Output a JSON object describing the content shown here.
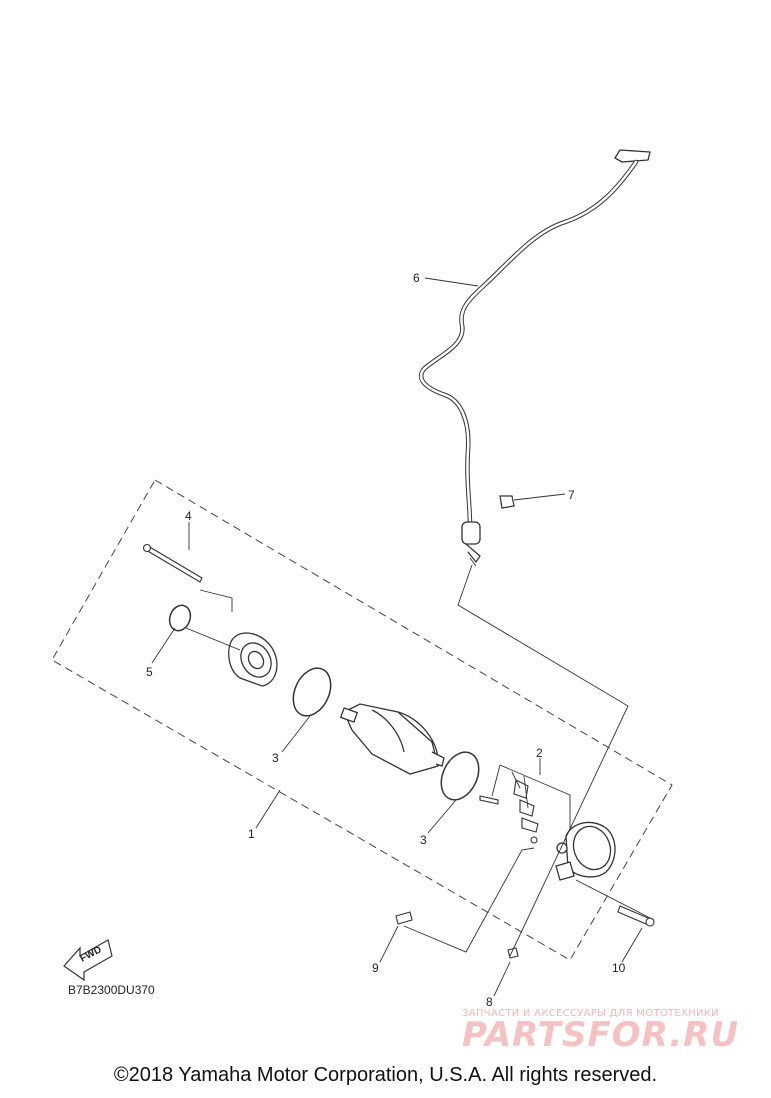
{
  "callouts": {
    "c1": "1",
    "c2": "2",
    "c3a": "3",
    "c3b": "3",
    "c4": "4",
    "c5": "5",
    "c6": "6",
    "c7": "7",
    "c8": "8",
    "c9": "9",
    "c10": "10"
  },
  "diagram_code": "B7B2300DU370",
  "fwd_label": "FWD",
  "watermark": {
    "tagline": "ЗАПЧАСТИ И АКСЕССУАРЫ ДЛЯ МОТОТЕХНИКИ",
    "brand": "PARTSFOR.RU"
  },
  "copyright": "©2018 Yamaha Motor Corporation, U.S.A. All rights reserved."
}
